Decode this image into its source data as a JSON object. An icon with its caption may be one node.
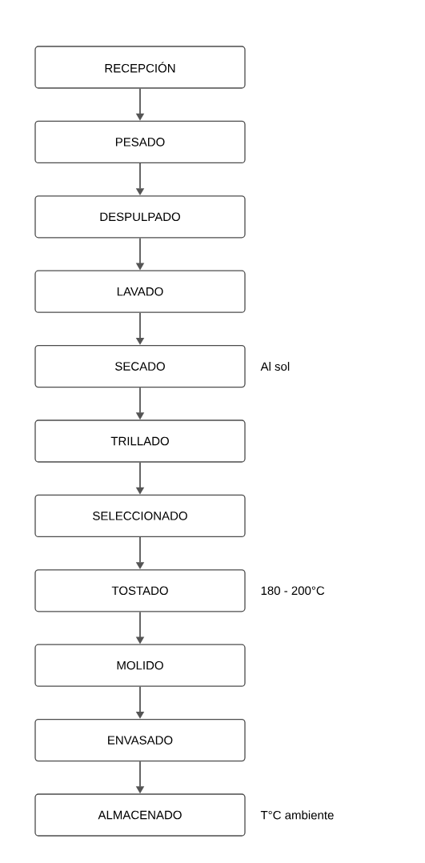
{
  "diagram": {
    "nodes": [
      {
        "text": [
          "RECEPCIÓN"
        ]
      },
      {
        "text": [
          "PESADO"
        ]
      },
      {
        "text": [
          "DESPULPADO"
        ]
      },
      {
        "text": [
          "LAVADO"
        ]
      },
      {
        "text": [
          "SECADO"
        ],
        "beside": [
          "Al sol"
        ]
      },
      {
        "text": [
          "TRILLADO"
        ]
      },
      {
        "text": [
          "SELECCIONADO"
        ]
      },
      {
        "text": [
          "TOSTADO"
        ],
        "beside": [
          "180 - 200°C"
        ]
      },
      {
        "text": [
          "MOLIDO"
        ]
      },
      {
        "text": [
          "ENVASADO"
        ]
      },
      {
        "text": [
          "ALMACENADO"
        ],
        "beside": [
          "T°C ambiente"
        ]
      }
    ],
    "edges": [
      {
        "from": 0,
        "to": 1,
        "arrow": "to"
      },
      {
        "from": 1,
        "to": 2,
        "arrow": "to"
      },
      {
        "from": 2,
        "to": 3,
        "arrow": "to"
      },
      {
        "from": 3,
        "to": 4,
        "arrow": "to"
      },
      {
        "from": 4,
        "to": 5,
        "arrow": "to"
      },
      {
        "from": 5,
        "to": 6,
        "arrow": "to"
      },
      {
        "from": 6,
        "to": 7,
        "arrow": "to"
      },
      {
        "from": 7,
        "to": 8,
        "arrow": "to"
      },
      {
        "from": 8,
        "to": 9,
        "arrow": "to"
      },
      {
        "from": 9,
        "to": 10,
        "arrow": "to"
      }
    ]
  }
}
